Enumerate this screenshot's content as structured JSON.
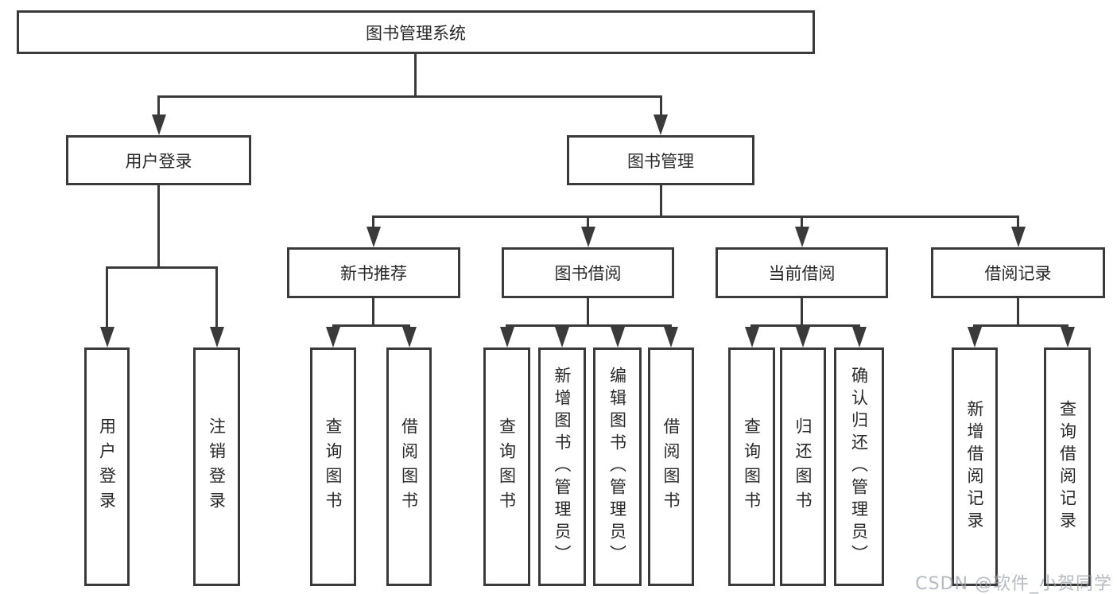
{
  "tree": {
    "label": "图书管理系统",
    "children": [
      {
        "label": "用户登录",
        "children": [
          {
            "label": "用户登录"
          },
          {
            "label": "注销登录"
          }
        ]
      },
      {
        "label": "图书管理",
        "children": [
          {
            "label": "新书推荐",
            "children": [
              {
                "label": "查询图书"
              },
              {
                "label": "借阅图书"
              }
            ]
          },
          {
            "label": "图书借阅",
            "children": [
              {
                "label": "查询图书"
              },
              {
                "label": "新增图书（管理员）"
              },
              {
                "label": "编辑图书（管理员）"
              },
              {
                "label": "借阅图书"
              }
            ]
          },
          {
            "label": "当前借阅",
            "children": [
              {
                "label": "查询图书"
              },
              {
                "label": "归还图书"
              },
              {
                "label": "确认归还（管理员）"
              }
            ]
          },
          {
            "label": "借阅记录",
            "children": [
              {
                "label": "新增借阅记录"
              },
              {
                "label": "查询借阅记录"
              }
            ]
          }
        ]
      }
    ]
  },
  "colors": {
    "line": "#3a3a3a",
    "background": "#ffffff",
    "watermark_gray": "#9ea4ac"
  },
  "watermark": {
    "text": "CSDN @软件_小贺同学"
  }
}
